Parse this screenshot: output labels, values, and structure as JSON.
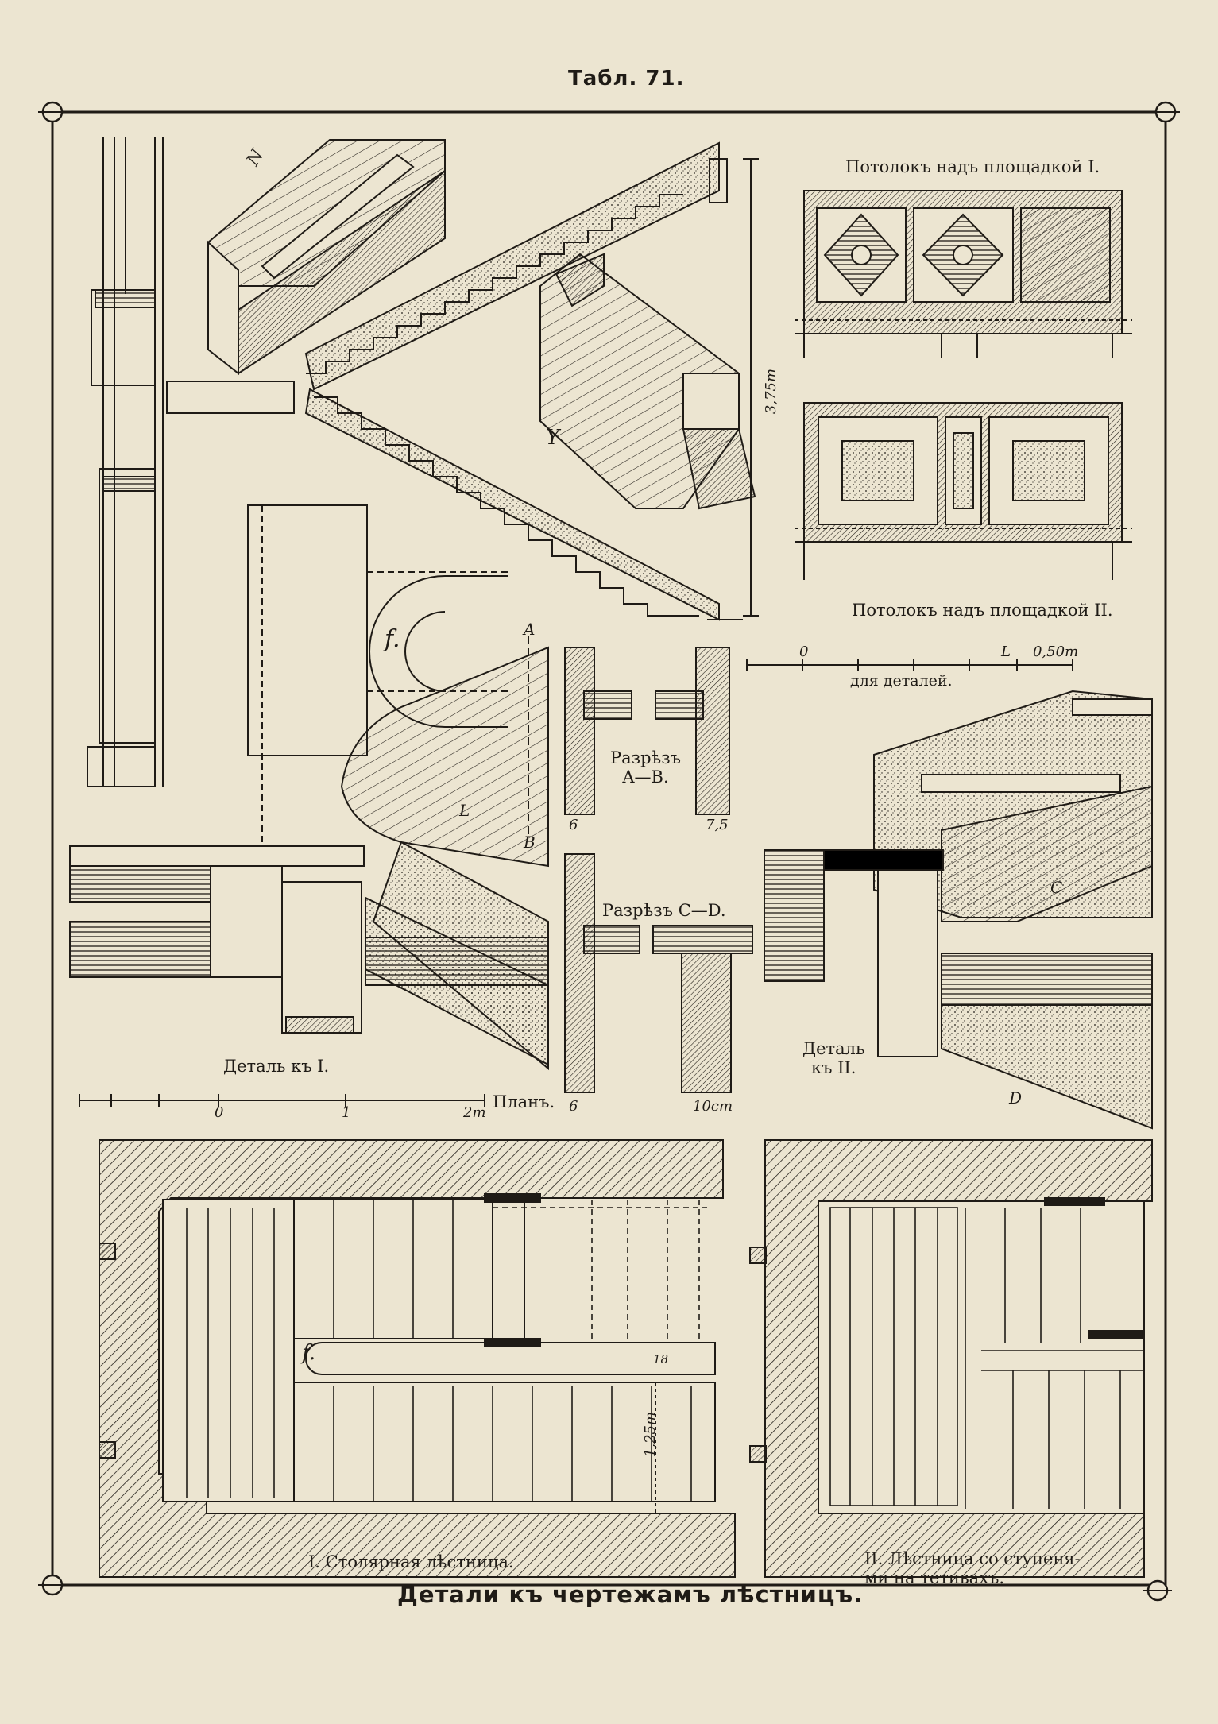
{
  "plate": {
    "number": "Табл. 71.",
    "title": "Детали къ чертежамъ лѣстницъ."
  },
  "labels": {
    "ceiling_1": "Потолокъ надъ площадкой I.",
    "ceiling_2": "Потолокъ надъ площадкой II.",
    "scale_details": "для деталей.",
    "scale_details_end": "0,50m",
    "scale_details_start": "0",
    "scale_details_mid": "L",
    "section_ab": "Разрѣзъ\nA—B.",
    "section_cd": "Разрѣзъ C—D.",
    "detail_1": "Деталь къ I.",
    "detail_2": "Деталь\nкъ II.",
    "plan": "Планъ.",
    "plan_scale_0": "0",
    "plan_scale_1": "1",
    "plan_scale_2": "2m",
    "stair_1": "I. Столярная лѣстница.",
    "stair_2": "II. Лѣстница со ступеня-\nми на тетивахъ."
  },
  "marks": {
    "N": "N",
    "Y": "Y",
    "f_top": "f.",
    "f_plan": "f.",
    "A": "A",
    "B": "B",
    "C": "C",
    "D": "D",
    "L": "L"
  },
  "dimensions": {
    "height": "3,75m",
    "ab_left": "6",
    "ab_right": "7,5",
    "cd_left": "6",
    "cd_right": "10cm",
    "plan_width": "1,25m",
    "plan_rail": "18"
  },
  "colors": {
    "paper": "#ece5d1",
    "ink": "#1f1b16"
  }
}
